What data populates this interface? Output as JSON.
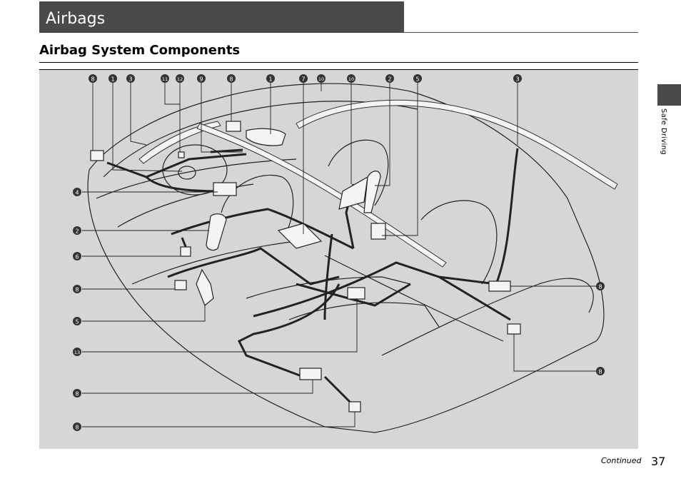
{
  "header": {
    "title": "Airbags"
  },
  "section": {
    "title": "Airbag System Components"
  },
  "callouts": {
    "c1": "8",
    "c2": "1",
    "c3": "3",
    "c4": "11",
    "c5": "12",
    "c6": "9",
    "c7": "8",
    "c8": "1",
    "c9": "7",
    "c10": "10",
    "c11": "10",
    "c12": "2",
    "c13": "5",
    "c14": "3",
    "l1": "4",
    "l2": "2",
    "l3": "6",
    "l4": "8",
    "l5": "5",
    "l6": "13",
    "l7": "8",
    "l8": "8",
    "r1": "8",
    "r2": "8"
  },
  "side_tab": {
    "label": "Safe Driving"
  },
  "footer": {
    "continued": "Continued",
    "page_number": "37"
  }
}
